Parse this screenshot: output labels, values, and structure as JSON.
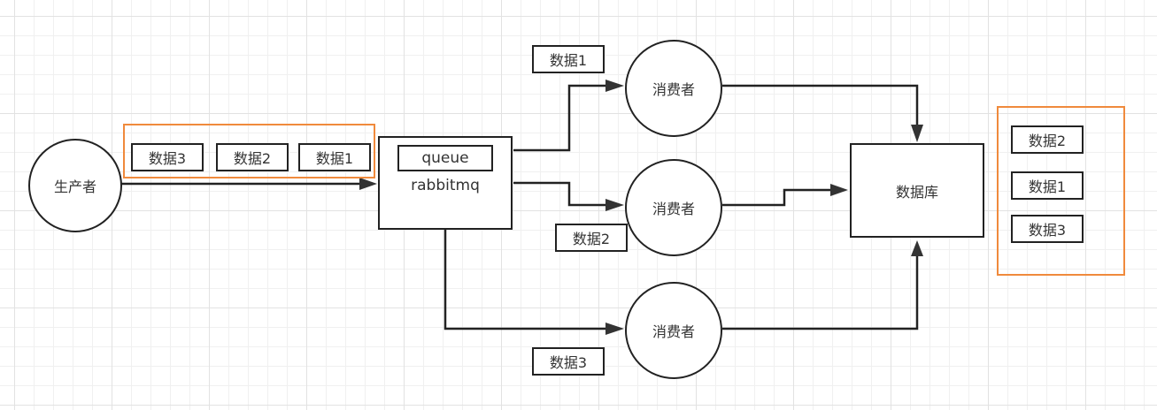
{
  "diagram": {
    "producer": {
      "label": "生产者"
    },
    "queue_box": {
      "queue_label": "queue",
      "broker_label": "rabbitmq"
    },
    "pending_messages": [
      "数据3",
      "数据2",
      "数据1"
    ],
    "consumers": [
      {
        "label": "消费者",
        "message": "数据1"
      },
      {
        "label": "消费者",
        "message": "数据2"
      },
      {
        "label": "消费者",
        "message": "数据3"
      }
    ],
    "database": {
      "label": "数据库"
    },
    "stored_messages": [
      "数据2",
      "数据1",
      "数据3"
    ],
    "colors": {
      "highlight": "#f08a3c",
      "stroke": "#222222"
    },
    "edges": [
      {
        "from": "producer",
        "to": "rabbitmq"
      },
      {
        "from": "rabbitmq",
        "to": "consumer-1"
      },
      {
        "from": "rabbitmq",
        "to": "consumer-2"
      },
      {
        "from": "rabbitmq",
        "to": "consumer-3"
      },
      {
        "from": "consumer-1",
        "to": "database"
      },
      {
        "from": "consumer-2",
        "to": "database"
      },
      {
        "from": "consumer-3",
        "to": "database"
      }
    ]
  }
}
